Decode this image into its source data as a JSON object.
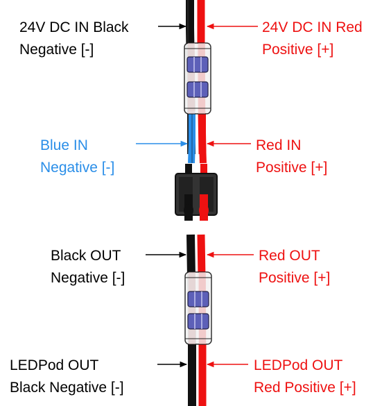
{
  "colors": {
    "black_wire": "#111111",
    "red_wire": "#ee1111",
    "blue_wire": "#2a8ee8",
    "label_black": "#000000",
    "label_red": "#ee1111",
    "label_blue": "#2a8ee8",
    "connector_body": "#f4f4f4",
    "connector_clip": "#5d60b8",
    "plug_body": "#333333"
  },
  "labels": {
    "top_left": {
      "line1": "24V DC IN Black",
      "line2": "Negative [-]"
    },
    "top_right": {
      "line1": "24V DC IN Red",
      "line2": "Positive [+]"
    },
    "mid_left": {
      "line1": "Blue IN",
      "line2": "Negative [-]"
    },
    "mid_right": {
      "line1": "Red IN",
      "line2": "Positive [+]"
    },
    "lower_left": {
      "line1": "Black OUT",
      "line2": "Negative [-]"
    },
    "lower_right": {
      "line1": "Red OUT",
      "line2": "Positive [+]"
    },
    "bottom_left": {
      "line1": "LEDPod OUT",
      "line2": "Black Negative [-]"
    },
    "bottom_right": {
      "line1": "LEDPod OUT",
      "line2": "Red Positive [+]"
    }
  }
}
